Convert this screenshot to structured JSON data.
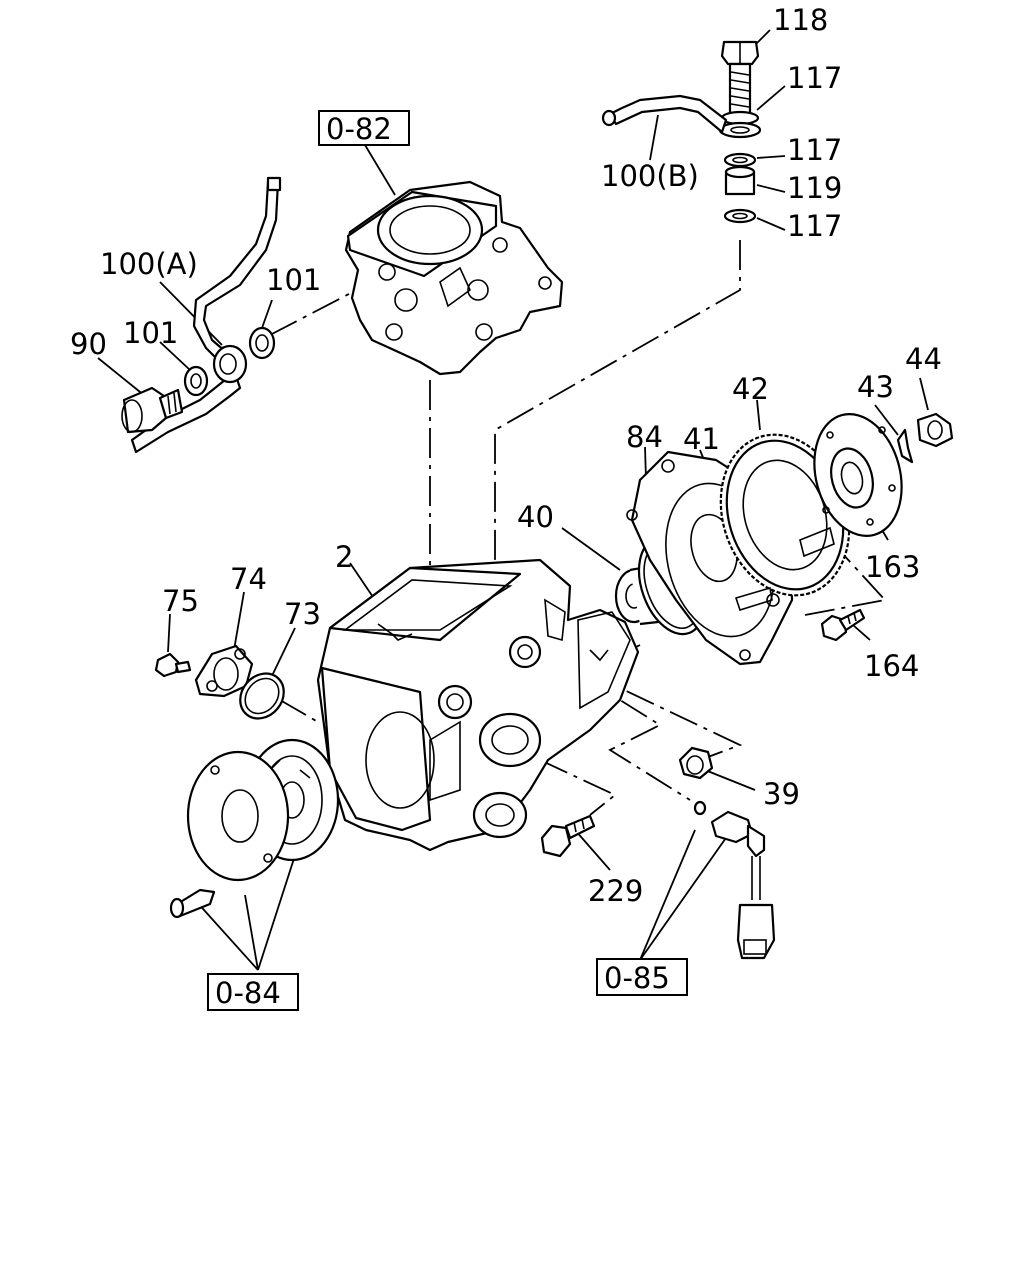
{
  "callouts": {
    "p118": "118",
    "p117a": "117",
    "p117b": "117",
    "p119": "119",
    "p117c": "117",
    "p100b": "100(B)",
    "p100a": "100(A)",
    "p101a": "101",
    "p101b": "101",
    "p90": "90",
    "p44": "44",
    "p43": "43",
    "p42": "42",
    "p41": "41",
    "p84": "84",
    "p40": "40",
    "p163": "163",
    "p164": "164",
    "p2": "2",
    "p75": "75",
    "p74": "74",
    "p73": "73",
    "p39": "39",
    "p229": "229"
  },
  "references": {
    "ref082": "0-82",
    "ref084": "0-84",
    "ref085": "0-85"
  }
}
